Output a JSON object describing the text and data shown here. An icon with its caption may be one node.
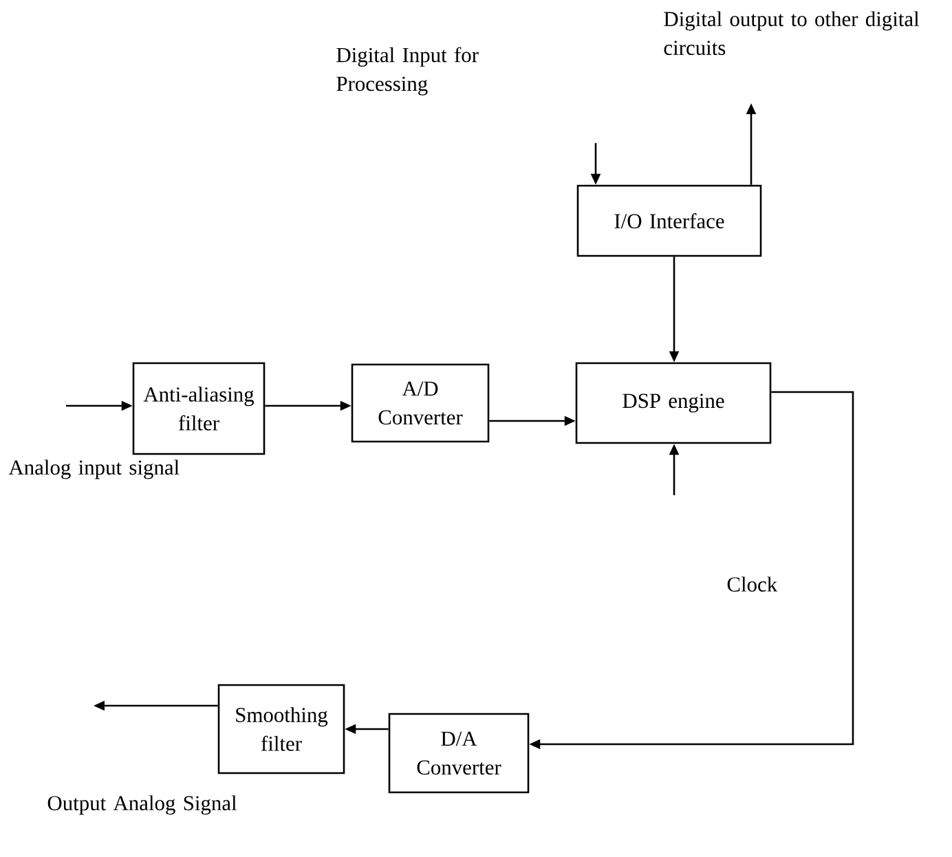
{
  "diagram": {
    "nodes": [
      {
        "text": [
          "I/O Interface"
        ]
      },
      {
        "text": [
          "Anti-aliasing filter"
        ]
      },
      {
        "text": [
          "A/D Converter"
        ]
      },
      {
        "text": [
          "DSP engine"
        ]
      },
      {
        "text": [
          "Smoothing filter"
        ]
      },
      {
        "text": [
          "D/A Converter"
        ]
      }
    ],
    "edges": [
      {
        "from": null,
        "to": 0,
        "arrow": "to"
      },
      {
        "from": 0,
        "to": null,
        "arrow": "to"
      },
      {
        "from": 0,
        "to": 3,
        "arrow": "to"
      },
      {
        "from": null,
        "to": 1,
        "arrow": "to"
      },
      {
        "from": 1,
        "to": 2,
        "arrow": "to"
      },
      {
        "from": 2,
        "to": 3,
        "arrow": "to"
      },
      {
        "from": null,
        "to": 3,
        "arrow": "to"
      },
      {
        "from": 3,
        "to": 5,
        "arrow": "to"
      },
      {
        "from": 5,
        "to": 4,
        "arrow": "to"
      },
      {
        "from": 4,
        "to": null,
        "arrow": "to"
      }
    ],
    "labels": [
      "Digital output to other digital circuits",
      "Digital Input for Processing",
      "Analog input signal",
      "Clock",
      "Output Analog Signal"
    ]
  }
}
